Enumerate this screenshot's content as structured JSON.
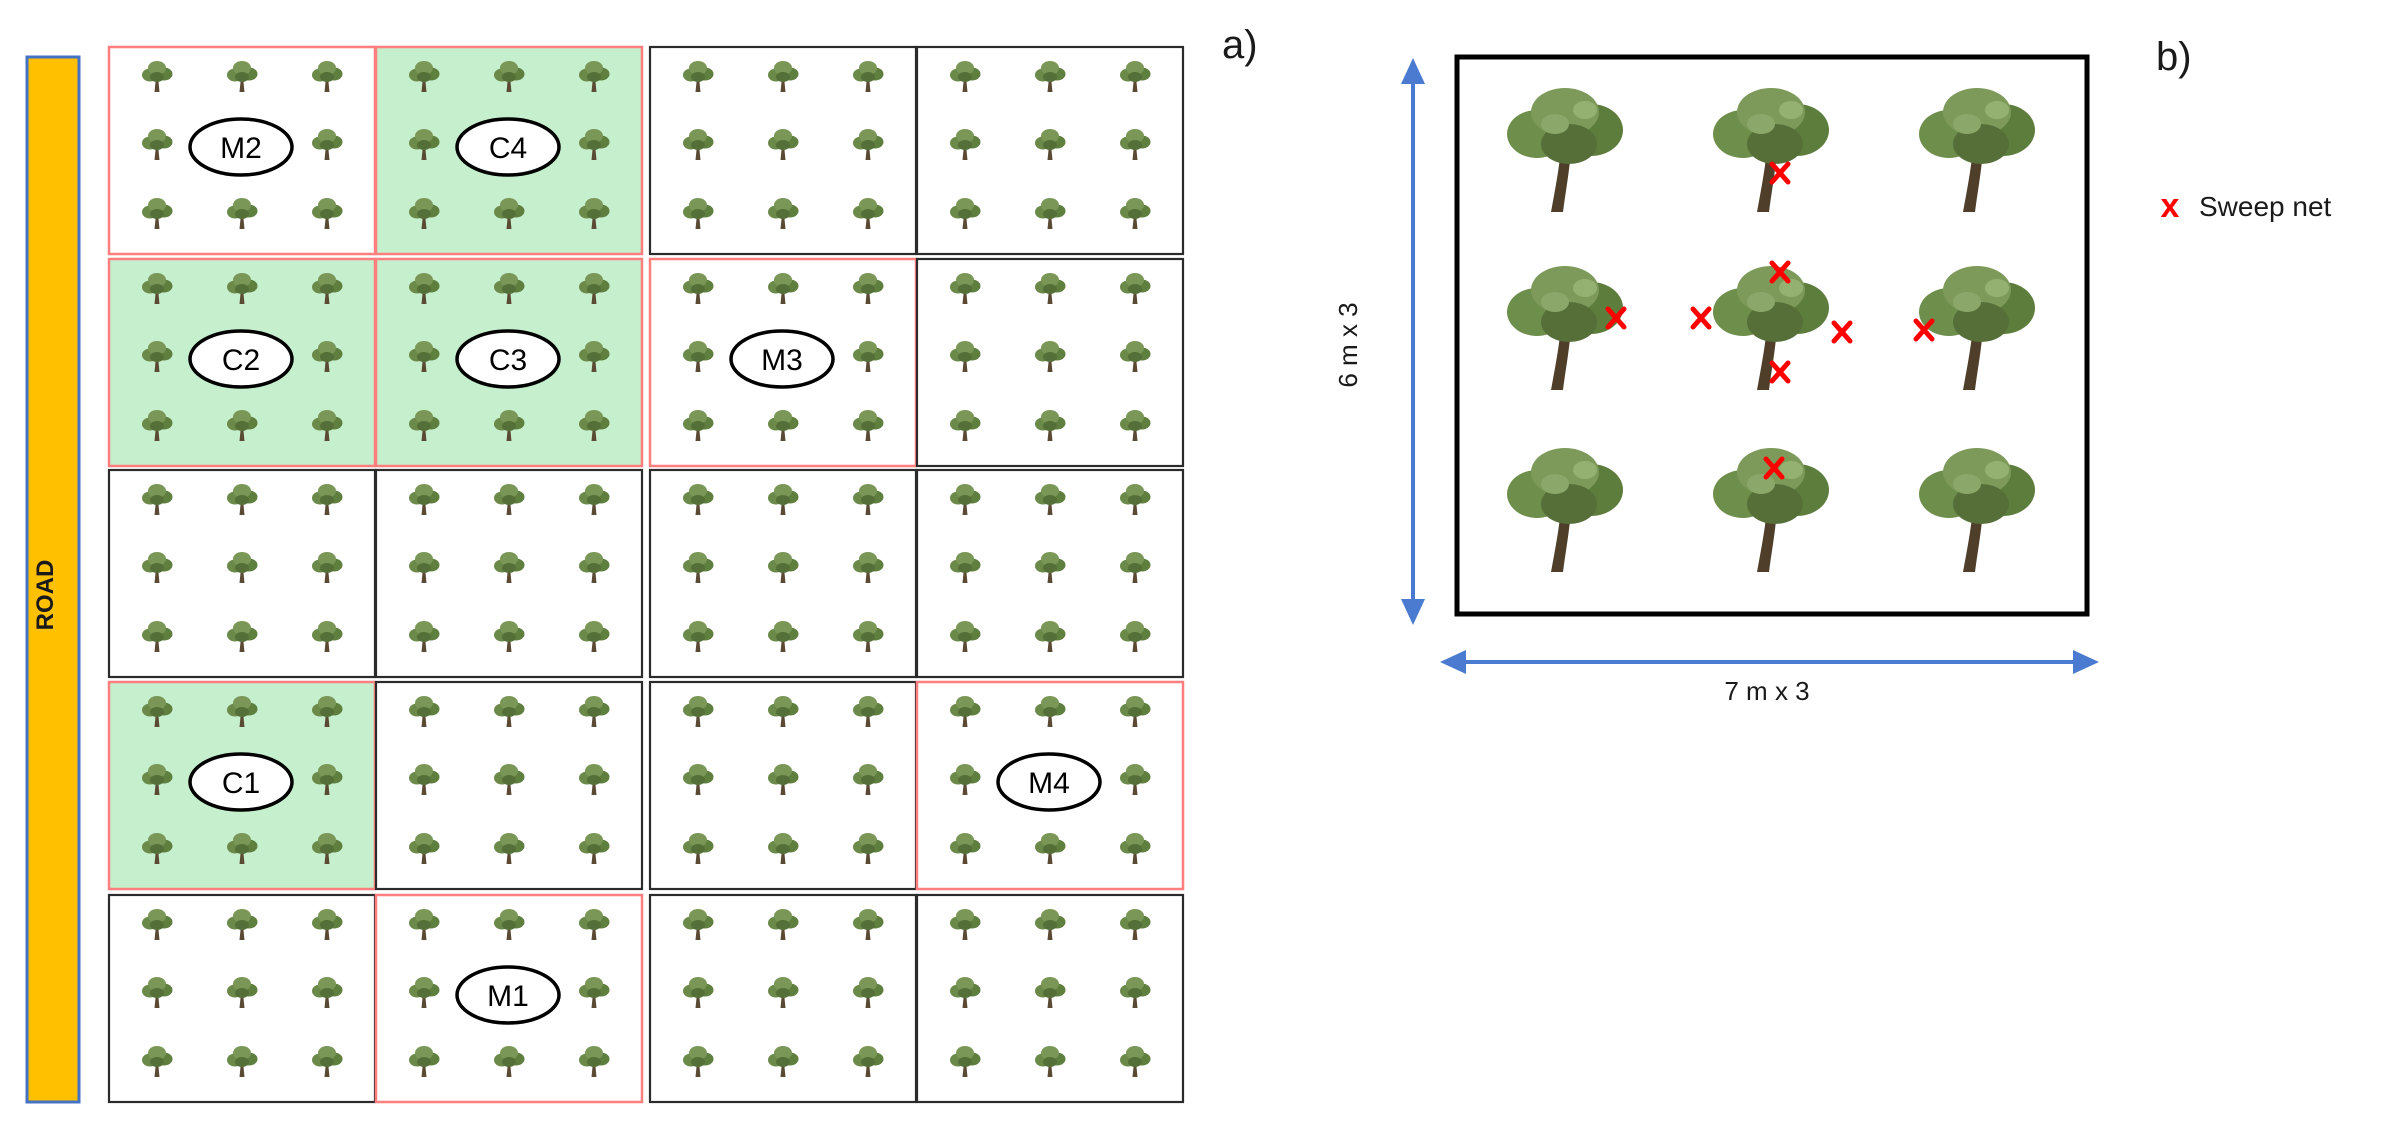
{
  "panel_a": {
    "label": "a)",
    "road_label": "ROAD",
    "grid": {
      "cols": 4,
      "rows": 5,
      "trees_per_plot": 9,
      "plots": [
        [
          "M2",
          "C4",
          "",
          ""
        ],
        [
          "C2",
          "C3",
          "M3",
          ""
        ],
        [
          "",
          "",
          "",
          ""
        ],
        [
          "C1",
          "",
          "",
          "M4"
        ],
        [
          "",
          "M1",
          "",
          ""
        ]
      ]
    }
  },
  "panel_b": {
    "label": "b)",
    "vertical_dimension": "6 m x 3",
    "horizontal_dimension": "7 m x 3",
    "legend_label": "Sweep net",
    "legend_marker": "x"
  },
  "colors": {
    "road": "#ffc000",
    "road_border": "#4472c4",
    "control_fill": "#c6efce",
    "control_border": "#ff7f7f",
    "treatment_border": "#ff7f7f",
    "plain_border": "#2b2b2b",
    "arrow": "#4a7bd0",
    "sweep_marker": "#ff0000"
  }
}
